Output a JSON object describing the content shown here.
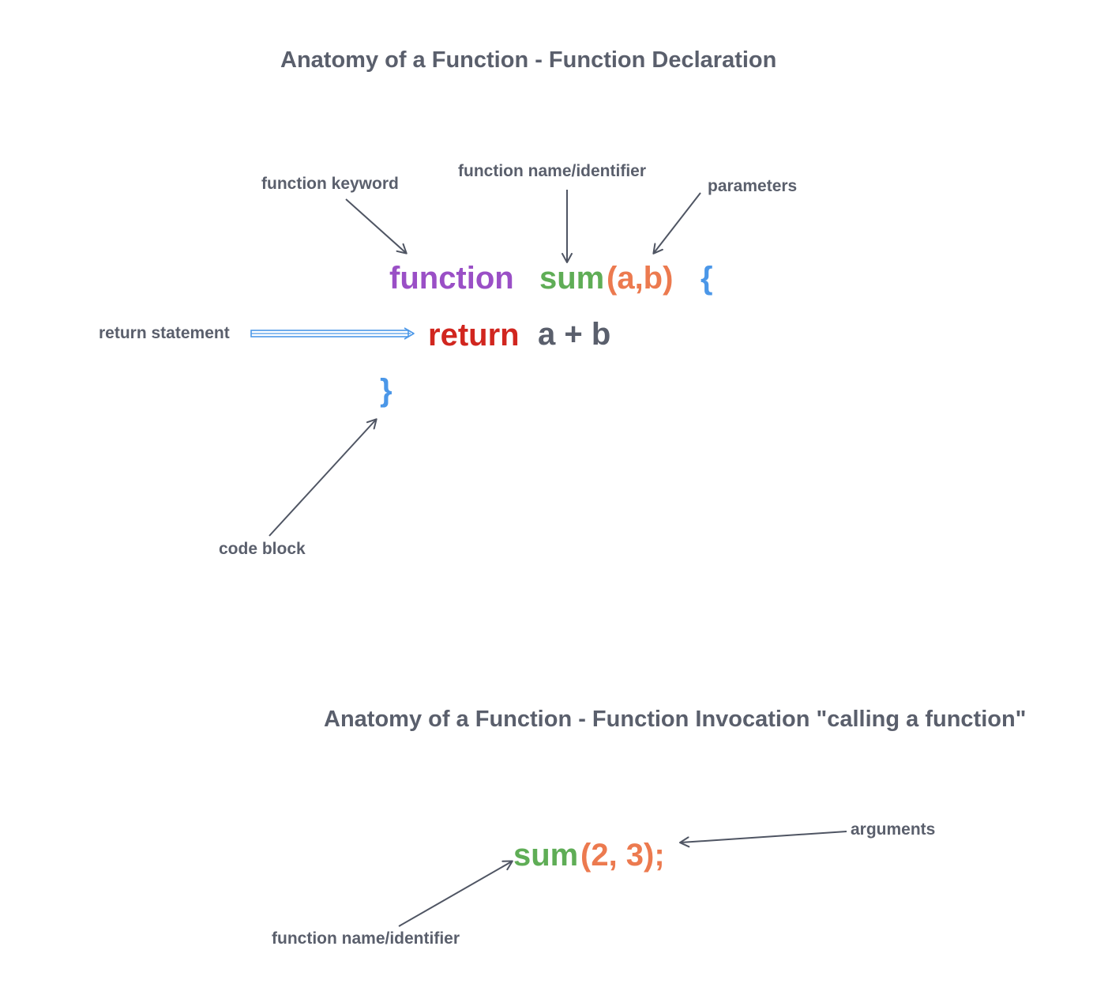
{
  "declaration": {
    "title": "Anatomy of a Function - Function Declaration",
    "code": {
      "keyword": "function",
      "name": "sum",
      "params": "(a,b)",
      "open_brace": "{",
      "return_keyword": "return",
      "return_expr": "a + b",
      "close_brace": "}"
    },
    "labels": {
      "function_keyword": "function keyword",
      "function_name": "function name/identifier",
      "parameters": "parameters",
      "return_statement": "return statement",
      "code_block": "code block"
    }
  },
  "invocation": {
    "title": "Anatomy of a Function - Function Invocation \"calling a function\"",
    "code": {
      "name": "sum",
      "args": "(2, 3);"
    },
    "labels": {
      "arguments": "arguments",
      "function_name": "function name/identifier"
    }
  },
  "colors": {
    "keyword": "#9a4fc6",
    "name": "#5fad56",
    "params": "#ec7a4f",
    "brace": "#4b97e8",
    "return": "#d1261f",
    "text": "#5a5f6c",
    "arrow": "#4f5563"
  }
}
